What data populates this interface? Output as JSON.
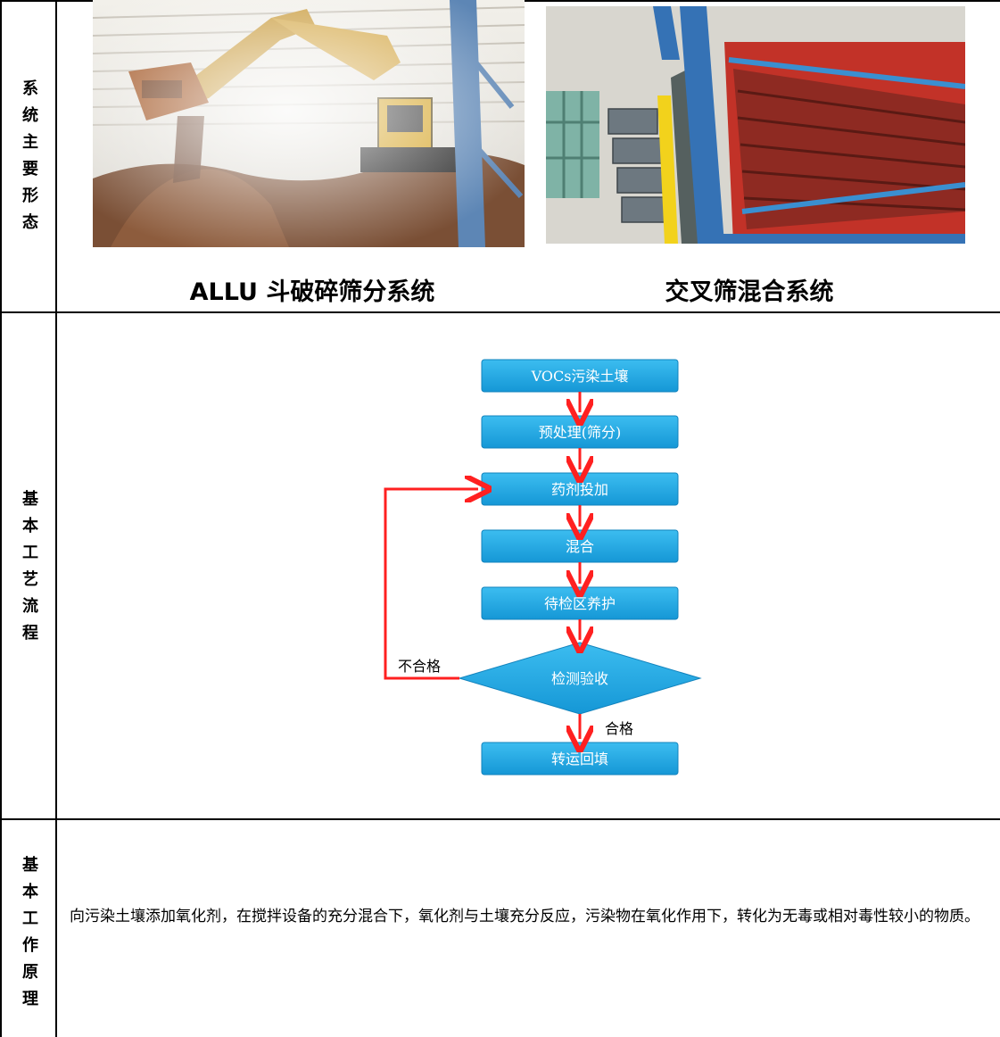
{
  "rows": [
    {
      "label_chars": [
        "系",
        "统",
        "主",
        "要",
        "形",
        "态"
      ]
    },
    {
      "label_chars": [
        "基",
        "本",
        "工",
        "艺",
        "流",
        "程"
      ]
    },
    {
      "label_chars": [
        "基",
        "本",
        "工",
        "作",
        "原",
        "理"
      ]
    }
  ],
  "photos": [
    {
      "caption": "ALLU 斗破碎筛分系统",
      "icon": "excavator-photo"
    },
    {
      "caption": "交叉筛混合系统",
      "icon": "screen-machine-photo"
    }
  ],
  "flowchart": {
    "steps": [
      "VOCs污染土壤",
      "预处理(筛分)",
      "药剂投加",
      "混合",
      "待检区养护"
    ],
    "decision": "检测验收",
    "final": "转运回填",
    "fail_label": "不合格",
    "pass_label": "合格",
    "colors": {
      "box": "#1aa7e6",
      "arrow": "#ff2020",
      "text": "#ffffff"
    }
  },
  "principle_text": "向污染土壤添加氧化剂，在搅拌设备的充分混合下，氧化剂与土壤充分反应，污染物在氧化作用下，转化为无毒或相对毒性较小的物质。"
}
